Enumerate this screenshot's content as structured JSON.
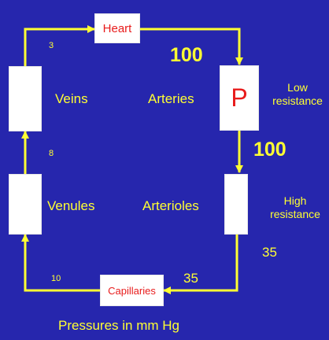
{
  "colors": {
    "background": "#2626ad",
    "line": "#ffff33",
    "text": "#ffff33",
    "box": "#ffffff",
    "box_text": "#e81c1c"
  },
  "boxes": {
    "heart": "Heart",
    "pump": "P",
    "capillaries": "Capillaries"
  },
  "labels": {
    "veins": "Veins",
    "arteries": "Arteries",
    "venules": "Venules",
    "arterioles": "Arterioles",
    "low_resistance": [
      "Low",
      "resistance"
    ],
    "high_resistance": [
      "High",
      "resistance"
    ],
    "caption": "Pressures in mm Hg"
  },
  "pressures": {
    "heart_out": "100",
    "arteries_out": "100",
    "arterioles_out": "35",
    "capillaries_in": "35",
    "capillaries_out": "10",
    "venules_out": "8",
    "veins_out": "3"
  }
}
